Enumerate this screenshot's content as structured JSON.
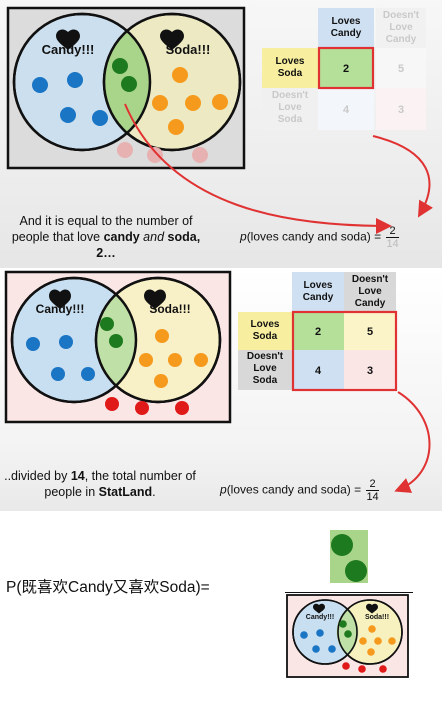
{
  "panel1": {
    "venn": {
      "left_label": "Candy!!!",
      "right_label": "Soda!!!"
    },
    "table": {
      "col_headers": [
        "Loves Candy",
        "Doesn't Love Candy"
      ],
      "row_headers": [
        "Loves Soda",
        "Doesn't Love Soda"
      ],
      "cells": [
        [
          "2",
          "5"
        ],
        [
          "4",
          "3"
        ]
      ]
    },
    "caption": {
      "pre": "And it is equal to the number of people that love ",
      "bold1": "candy",
      "mid": " and ",
      "bold2": "soda, 2…"
    },
    "formula": {
      "p": "p",
      "text": "(loves candy and soda) = ",
      "numerator": "2",
      "denominator": "14"
    }
  },
  "panel2": {
    "venn": {
      "left_label": "Candy!!!",
      "right_label": "Soda!!!"
    },
    "table": {
      "col_headers": [
        "Loves Candy",
        "Doesn't Love Candy"
      ],
      "row_headers": [
        "Loves Soda",
        "Doesn't Love Soda"
      ],
      "cells": [
        [
          "2",
          "5"
        ],
        [
          "4",
          "3"
        ]
      ]
    },
    "caption": {
      "pre": "..divided by ",
      "bold1": "14",
      "mid": ", the total number of people in ",
      "bold2": "StatLand",
      "post": "."
    },
    "formula": {
      "p": "p",
      "text": "(loves candy and soda) = ",
      "numerator": "2",
      "denominator": "14"
    }
  },
  "panel3": {
    "equation_text": "P(既喜欢Candy又喜欢Soda)=",
    "mini_venn": {
      "left_label": "Candy!!!",
      "right_label": "Soda!!!"
    }
  },
  "colors": {
    "blue": "#1a75c4",
    "orange": "#f59a1d",
    "green": "#1e7a1e",
    "red": "#e01919",
    "pink": "#e8b1b1",
    "highlight": "#e03232"
  }
}
